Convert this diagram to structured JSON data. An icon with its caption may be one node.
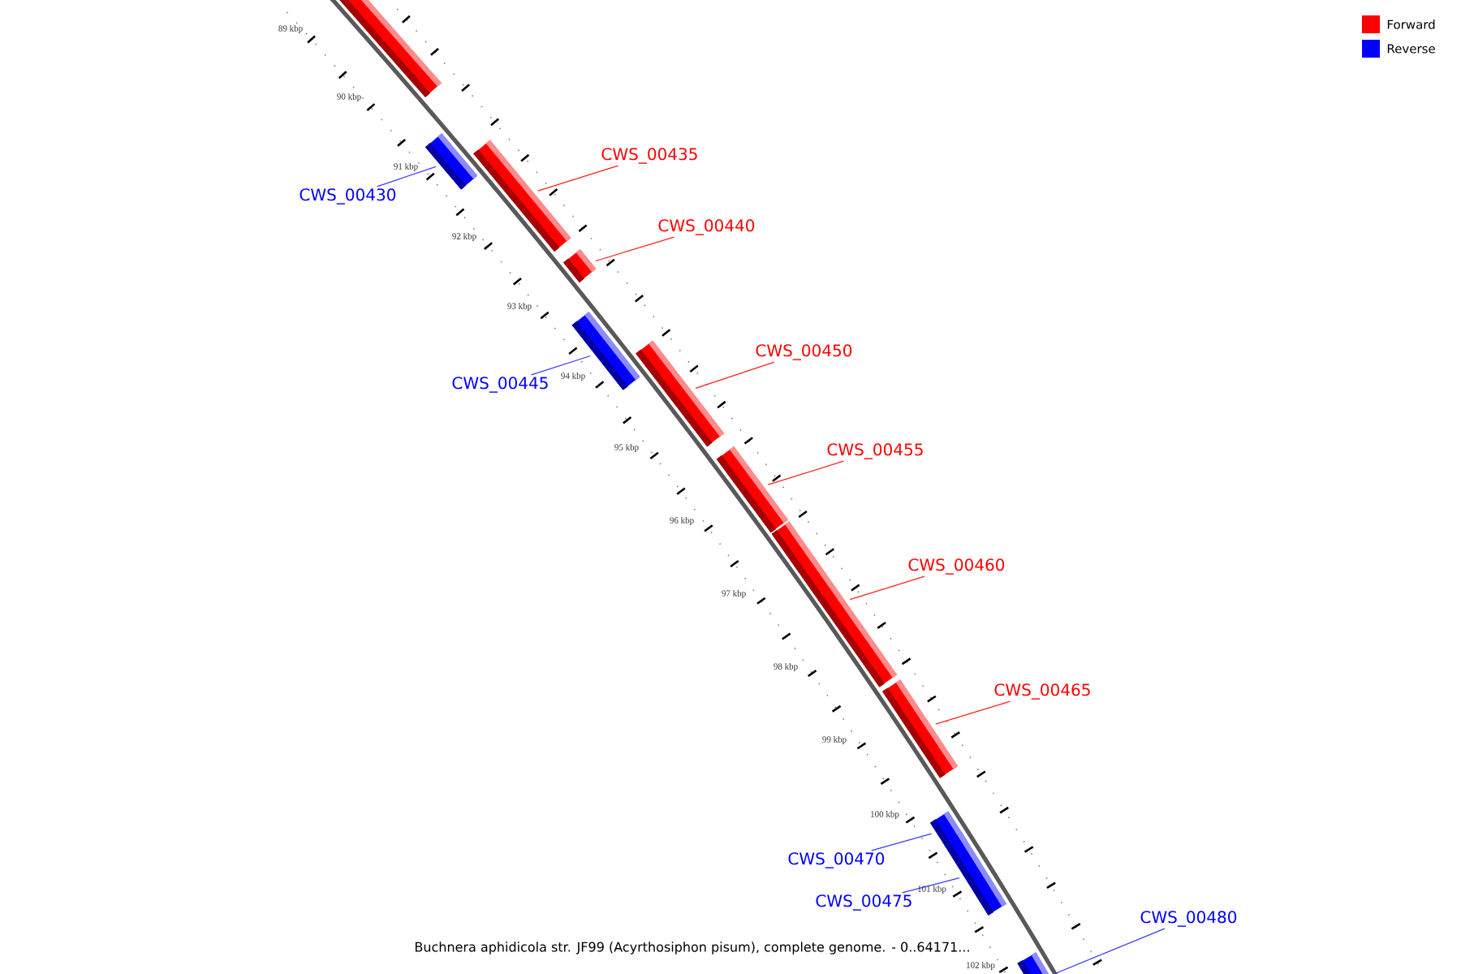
{
  "diagram": {
    "caption": "Buchnera aphidicola str. JF99 (Acyrthosiphon pisum), complete genome. - 0..64171...",
    "nodes": [
      {
        "text": [],
        "shape": "bar"
      },
      {
        "text": [],
        "shape": "bar"
      },
      {
        "text": [],
        "shape": "bar"
      },
      {
        "text": [],
        "shape": "bar"
      },
      {
        "text": [],
        "shape": "bar"
      },
      {
        "text": [],
        "shape": "bar"
      },
      {
        "text": [],
        "shape": "bar"
      },
      {
        "text": [],
        "shape": "bar"
      },
      {
        "text": [],
        "shape": "bar"
      },
      {
        "text": [],
        "shape": "bar"
      },
      {
        "text": [],
        "shape": "bar"
      },
      {
        "text": [],
        "shape": "bar"
      },
      {
        "text": [
          "CWS_00435"
        ]
      },
      {
        "text": [
          "CWS_00430"
        ]
      },
      {
        "text": [
          "CWS_00440"
        ]
      },
      {
        "text": [
          "CWS_00450"
        ]
      },
      {
        "text": [
          "CWS_00445"
        ]
      },
      {
        "text": [
          "CWS_00455"
        ]
      },
      {
        "text": [
          "CWS_00460"
        ]
      },
      {
        "text": [
          "CWS_00465"
        ]
      },
      {
        "text": [
          "CWS_00470"
        ]
      },
      {
        "text": [
          "CWS_00475"
        ]
      },
      {
        "text": [
          "CWS_00480"
        ]
      }
    ],
    "edges": [
      {
        "from": 12,
        "to": 2,
        "arrow": "none"
      },
      {
        "from": 13,
        "to": 1,
        "arrow": "none",
        "color": "#3a3aff"
      },
      {
        "from": 14,
        "to": 3,
        "arrow": "none"
      },
      {
        "from": 15,
        "to": 5,
        "arrow": "none"
      },
      {
        "from": 16,
        "to": 4,
        "arrow": "none",
        "color": "#3a3aff"
      },
      {
        "from": 17,
        "to": 6,
        "arrow": "none"
      },
      {
        "from": 18,
        "to": 7,
        "arrow": "none"
      },
      {
        "from": 19,
        "to": 8,
        "arrow": "none"
      },
      {
        "from": 20,
        "to": 9,
        "arrow": "none",
        "color": "#3a3aff"
      },
      {
        "from": 21,
        "to": 10,
        "arrow": "none",
        "color": "#3a3aff"
      },
      {
        "from": 22,
        "to": 11,
        "arrow": "none",
        "color": "#3a3aff"
      }
    ],
    "labels": [
      "89 kbp",
      "90 kbp",
      "91 kbp",
      "92 kbp",
      "93 kbp",
      "94 kbp",
      "95 kbp",
      "96 kbp",
      "97 kbp",
      "98 kbp",
      "99 kbp",
      "100 kbp",
      "101 kbp",
      "102 kbp"
    ],
    "legend": [
      {
        "text": "Forward",
        "color": "#ff0000"
      },
      {
        "text": "Reverse",
        "color": "#0000ff"
      }
    ]
  }
}
